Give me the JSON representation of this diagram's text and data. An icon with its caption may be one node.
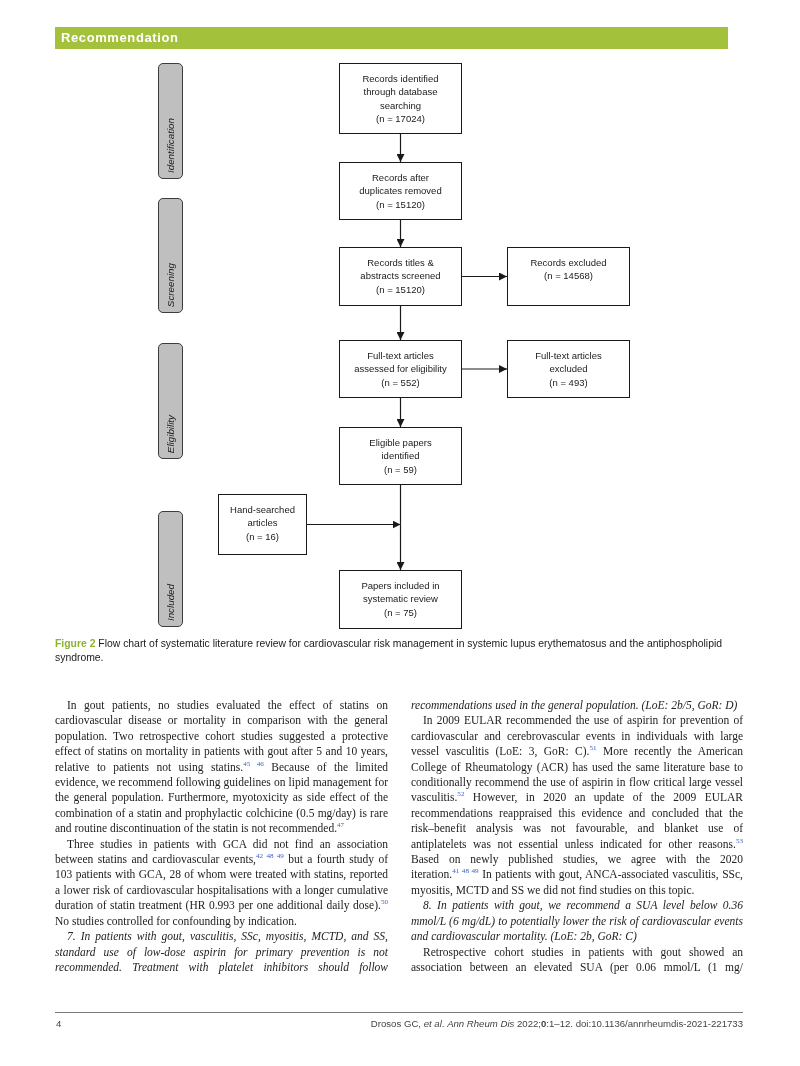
{
  "diagram": {
    "caption": "**Figure 2** Flow chart of systematic literature review for cardiovascular risk management in systemic lupus erythematosus and the antiphospholipid syndrome.",
    "nodes": [
      {
        "text": [
          "Identification"
        ]
      },
      {
        "text": [
          "Records identified through database searching",
          "(n = 17024)"
        ]
      },
      {
        "text": [
          "Records after duplicates removed",
          "(n = 15120)"
        ]
      },
      {
        "text": [
          "Screening"
        ]
      },
      {
        "text": [
          "Records titles & abstracts screened",
          "(n = 15120)"
        ]
      },
      {
        "text": [
          "Records excluded",
          "(n = 14568)"
        ]
      },
      {
        "text": [
          "Eligibility"
        ]
      },
      {
        "text": [
          "Full-text articles assessed for eligibility",
          "(n = 552)"
        ]
      },
      {
        "text": [
          "Full-text articles excluded",
          "(n = 493)"
        ]
      },
      {
        "text": [
          "Eligible papers identified",
          "(n = 59)"
        ]
      },
      {
        "text": [
          "Included"
        ]
      },
      {
        "text": [
          "Hand-searched articles",
          "(n = 16)"
        ]
      },
      {
        "text": [
          "Papers included in systematic review",
          "(n = 75)"
        ]
      }
    ],
    "edges": [
      {
        "from": 1,
        "to": 2,
        "arrow": "to"
      },
      {
        "from": 2,
        "to": 4,
        "arrow": "to"
      },
      {
        "from": 4,
        "to": 5,
        "arrow": "to"
      },
      {
        "from": 4,
        "to": 7,
        "arrow": "to"
      },
      {
        "from": 7,
        "to": 8,
        "arrow": "to"
      },
      {
        "from": 7,
        "to": 9,
        "arrow": "to"
      },
      {
        "from": 9,
        "to": 12,
        "arrow": "to"
      },
      {
        "from": 11,
        "to": 12,
        "arrow": "to"
      }
    ],
    "labels": [
      "Recommendation",
      "In gout patients, no studies evaluated the effect of statins on cardiovascular disease or mortality in comparison with the general population. Two retrospective cohort studies suggested a protective effect of statins on mortality in patients with gout after 5 and 10 years, relative to patients not using statins.$^{45 46}$ Because of the limited evidence, we recommend following guidelines on lipid management for the general population. Furthermore, myotoxicity as side effect of the combination of a statin and prophylactic colchicine (0.5 mg/day) is rare and routine discontinuation of the statin is not recommended.$^{47}$",
      "Three studies in patients with GCA did not find an association between statins and cardiovascular events,$^{42 48 49}$ but a fourth study of 103 patients with GCA, 28 of whom were treated with statins, reported a lower risk of cardiovascular hospitalisations with a longer cumulative duration of statin treatment (HR 0.993 per one additional daily dose).$^{50}$ No studies controlled for confounding by indication.",
      "7. In patients with gout, vasculitis, SSc, myositis, MCTD, and SS, standard use of low-dose aspirin for primary prevention is not recommended. Treatment with platelet inhibitors should follow",
      "recommendations used in the general population. (LoE: 2b/5, GoR: D)",
      "In 2009 EULAR recommended the use of aspirin for prevention of cardiovascular and cerebrovascular events in individuals with large vessel vasculitis (LoE: 3, GoR: C).$^{51}$ More recently the American College of Rheumatology (ACR) has used the same literature base to conditionally recommend the use of aspirin in flow critical large vessel vasculitis.$^{52}$ However, in 2020 an update of the 2009 EULAR recommendations reappraised this evidence and concluded that the risk–benefit analysis was not favourable, and blanket use of antiplatelets was not essential unless indicated for other reasons.$^{53}$ Based on newly published studies, we agree with the 2020 iteration.$^{41 48 49}$ In patients with gout, ANCA-associated vasculitis, SSc, myositis, MCTD and SS we did not find studies on this topic.",
      "8. In patients with gout, we recommend a SUA level below 0.36 mmol/L (6 mg/dL) to potentially lower the risk of cardiovascular events and cardiovascular mortality. (LoE: 2b, GoR: C)",
      "Retrospective cohort studies in patients with gout showed an association between an elevated SUA (per 0.06 mmol/L (1 mg/",
      "4",
      "Drosos GC, *et al*. *Ann Rheum Dis* 2022;**0**:1–12. doi:10.1136/annrheumdis-2021-221733"
    ]
  }
}
